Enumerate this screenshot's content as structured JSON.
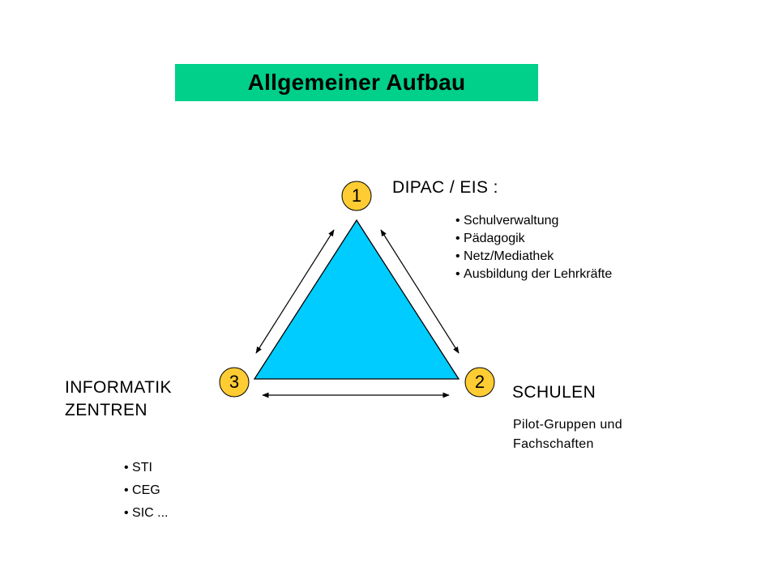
{
  "title": "Allgemeiner Aufbau",
  "colors": {
    "title_bg": "#00d08a",
    "triangle_fill": "#00ccff",
    "node_fill": "#ffcc33"
  },
  "nodes": [
    {
      "id": "1",
      "label": "1"
    },
    {
      "id": "2",
      "label": "2"
    },
    {
      "id": "3",
      "label": "3"
    }
  ],
  "dipac": {
    "heading": "DIPAC / EIS :",
    "items": [
      "Schulverwaltung",
      "Pädagogik",
      "Netz/Mediathek",
      "Ausbildung der Lehrkräfte"
    ]
  },
  "schulen": {
    "heading": "SCHULEN",
    "description": "Pilot-Gruppen und Fachschaften"
  },
  "informatik": {
    "heading_line1": "INFORMATIK",
    "heading_line2": "ZENTREN",
    "items": [
      "STI",
      "CEG",
      "SIC ..."
    ]
  }
}
